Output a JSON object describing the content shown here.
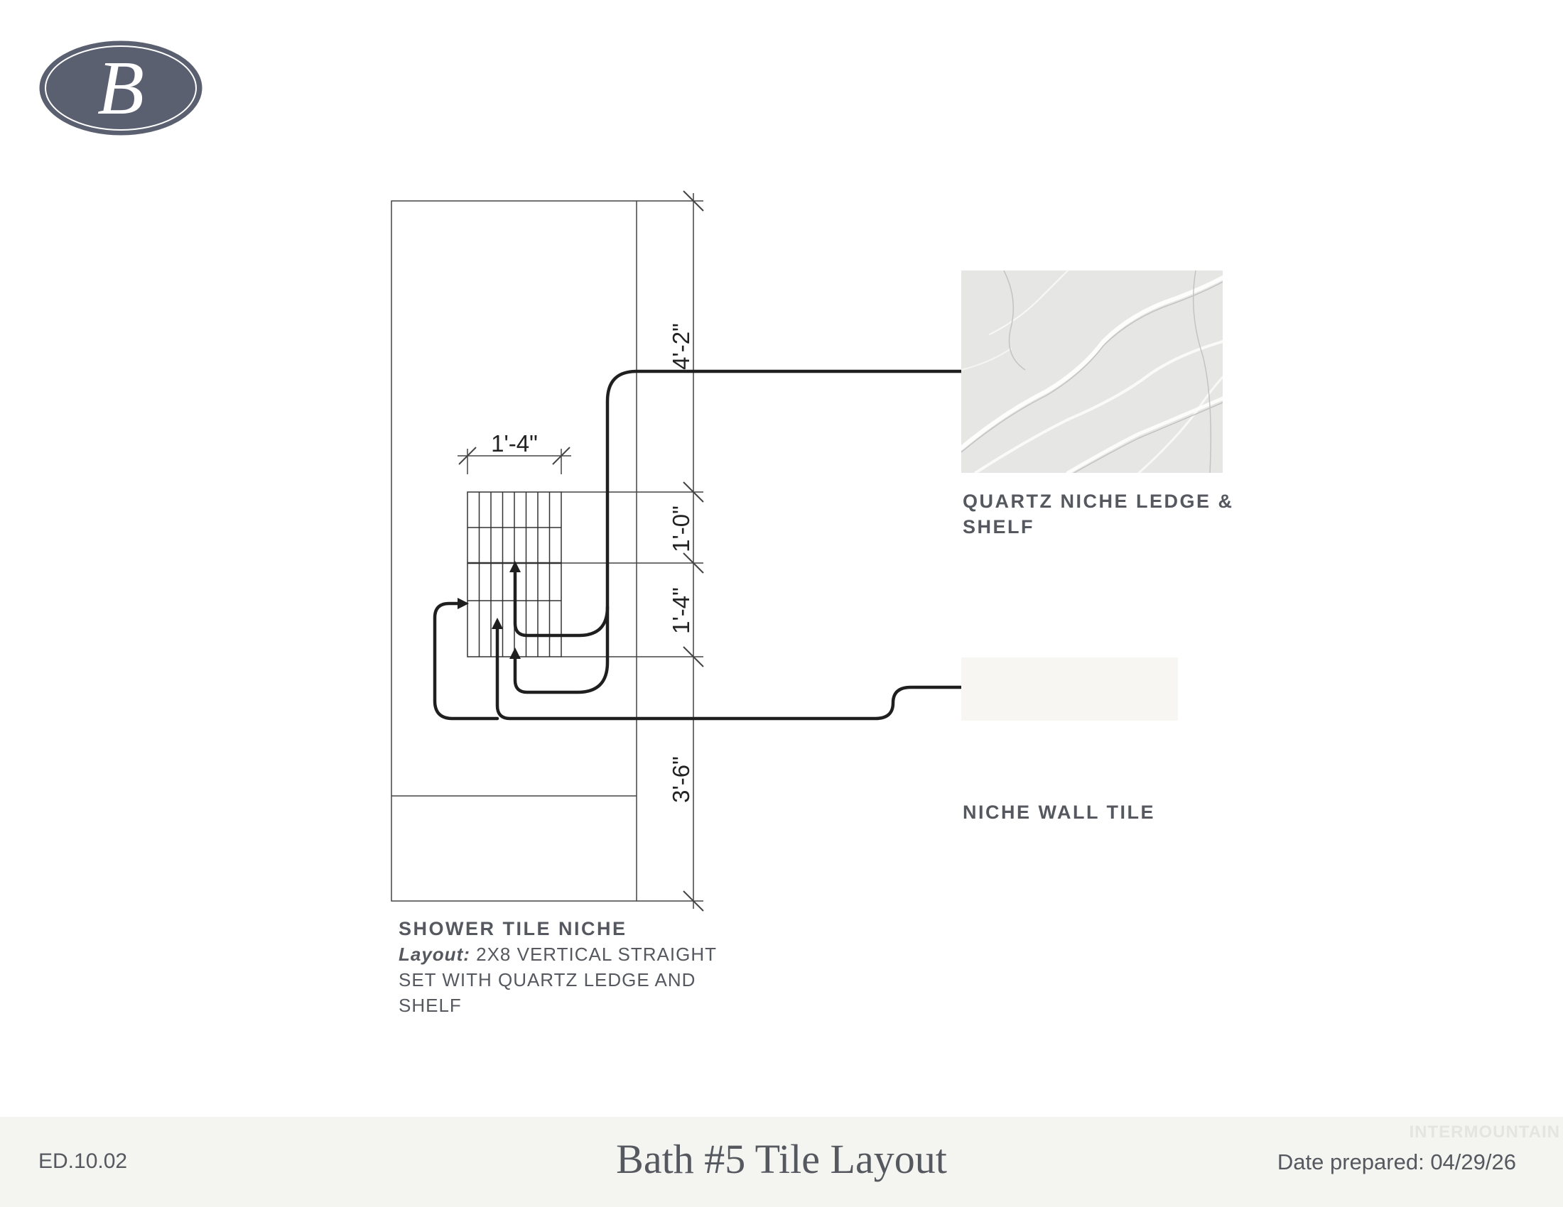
{
  "logo": {
    "letter": "B",
    "color": "#5a6070"
  },
  "drawing": {
    "dimensions": {
      "niche_width": "1'-4\"",
      "top_height": "4'-2\"",
      "niche_upper": "1'-0\"",
      "niche_lower": "1'-4\"",
      "bottom_height": "3'-6\""
    }
  },
  "materials": [
    {
      "label": "QUARTZ NICHE LEDGE & SHELF",
      "color": "#e6e6e4"
    },
    {
      "label": "NICHE WALL TILE",
      "color": "#f7f6f2"
    }
  ],
  "niche": {
    "title": "SHOWER TILE NICHE",
    "layout_label": "Layout:",
    "layout_text": "2X8 VERTICAL STRAIGHT SET WITH QUARTZ LEDGE AND SHELF"
  },
  "footer": {
    "code": "ED.10.02",
    "title": "Bath #5 Tile Layout",
    "date": "Date prepared: 04/29/26",
    "watermark": "INTERMOUNTAIN"
  }
}
